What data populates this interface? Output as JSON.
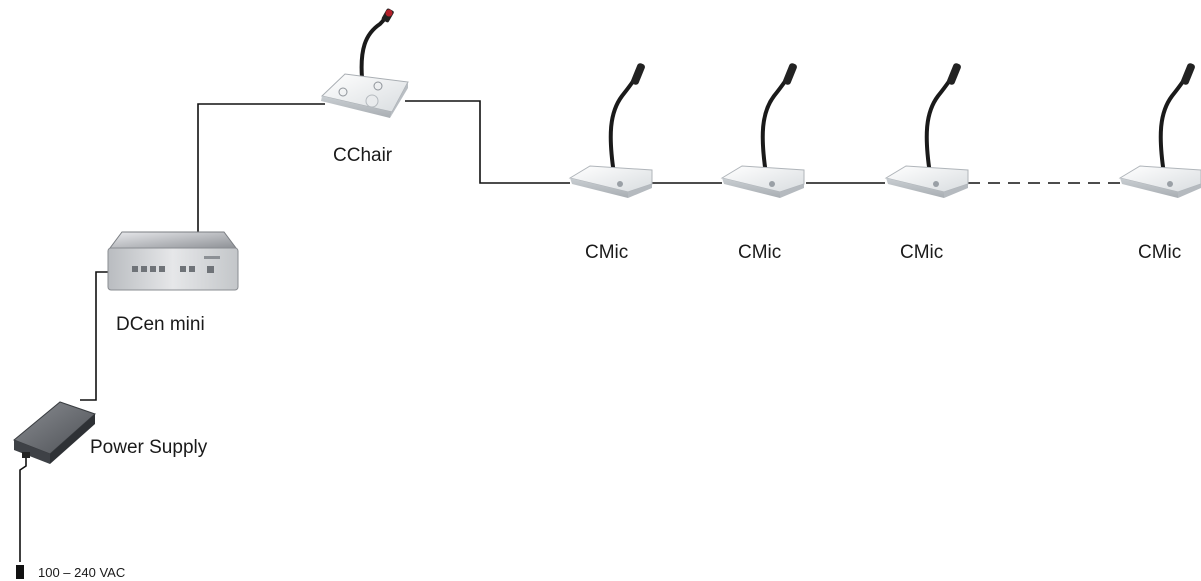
{
  "devices": {
    "chair": {
      "label": "CChair"
    },
    "mics": [
      {
        "label": "CMic"
      },
      {
        "label": "CMic"
      },
      {
        "label": "CMic"
      },
      {
        "label": "CMic"
      }
    ],
    "central": {
      "label": "DCen mini"
    },
    "power_supply": {
      "label": "Power Supply"
    },
    "mains": {
      "label": "100 – 240 VAC"
    }
  }
}
